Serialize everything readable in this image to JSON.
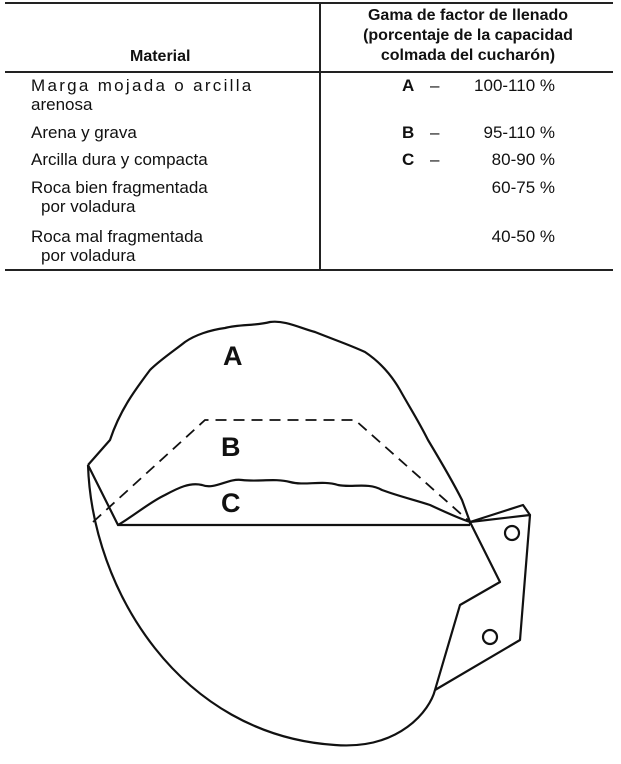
{
  "table": {
    "header_material": "Material",
    "header_range_lines": [
      "Gama de factor de llenado",
      "(porcentaje de la capacidad",
      "colmada del cucharón)"
    ],
    "rows": [
      {
        "material_lines": [
          "Marga mojada o arcilla",
          "arenosa"
        ],
        "group": "A",
        "dash": "–",
        "range": "100-110 %"
      },
      {
        "material_lines": [
          "Arena y grava"
        ],
        "group": "B",
        "dash": "–",
        "range": "95-110 %"
      },
      {
        "material_lines": [
          "Arcilla dura y compacta"
        ],
        "group": "C",
        "dash": "–",
        "range": "80-90 %"
      },
      {
        "material_lines": [
          "Roca bien fragmentada",
          "por voladura"
        ],
        "group": "",
        "dash": "",
        "range": "60-75 %"
      },
      {
        "material_lines": [
          "Roca mal fragmentada",
          "por voladura"
        ],
        "group": "",
        "dash": "",
        "range": "40-50 %"
      }
    ]
  },
  "diagram": {
    "labels": {
      "a": "A",
      "b": "B",
      "c": "C"
    }
  }
}
